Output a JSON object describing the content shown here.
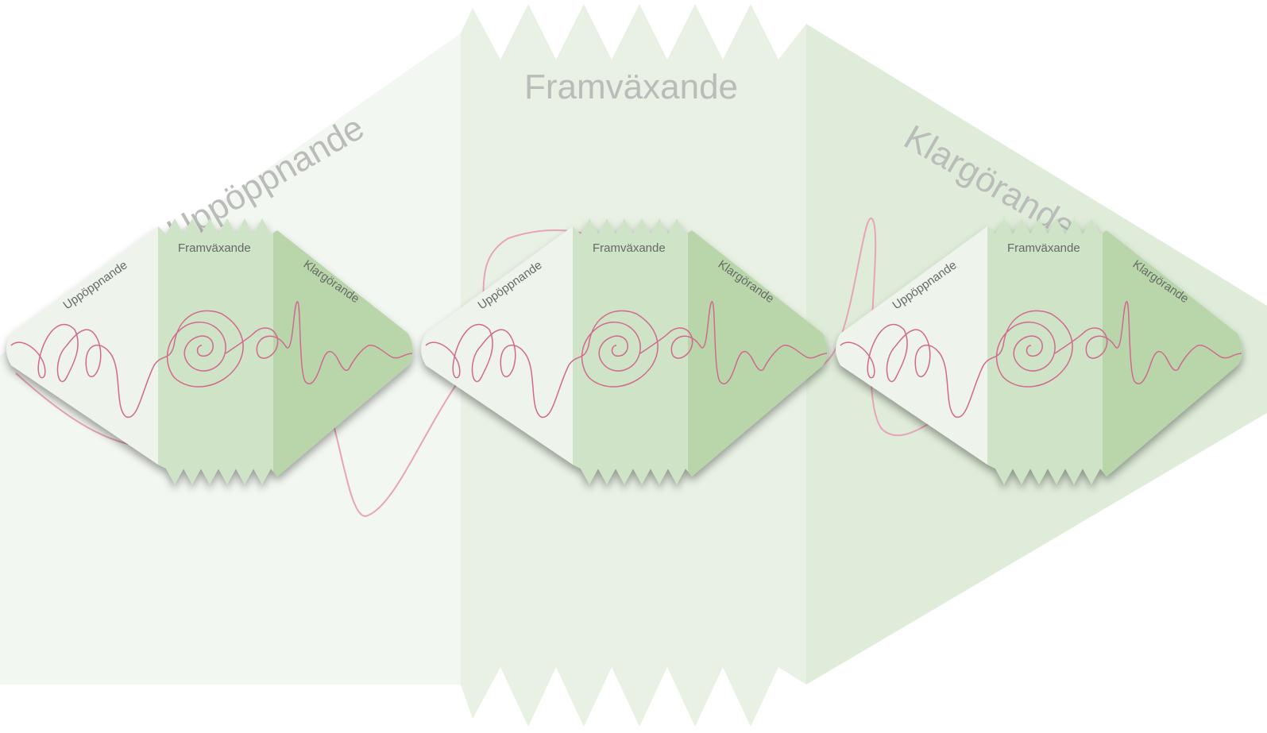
{
  "big_diagram": {
    "labels": {
      "left": "Uppöppnande",
      "middle": "Framväxande",
      "right": "Klargörande"
    },
    "colors": {
      "left": "#f3f7f1",
      "middle": "#e8f1e4",
      "right": "#dfecd9",
      "curve": "#e9a3b9"
    }
  },
  "small_diagrams": [
    {
      "labels": {
        "left": "Uppöppnande",
        "middle": "Framväxande",
        "right": "Klargörande"
      }
    },
    {
      "labels": {
        "left": "Uppöppnande",
        "middle": "Framväxande",
        "right": "Klargörande"
      }
    },
    {
      "labels": {
        "left": "Uppöppnande",
        "middle": "Framväxande",
        "right": "Klargörande"
      }
    }
  ],
  "small_colors": {
    "left": "#eef4eb",
    "middle": "#cfe3c6",
    "right": "#b9d6ab",
    "curve": "#d2688f"
  }
}
